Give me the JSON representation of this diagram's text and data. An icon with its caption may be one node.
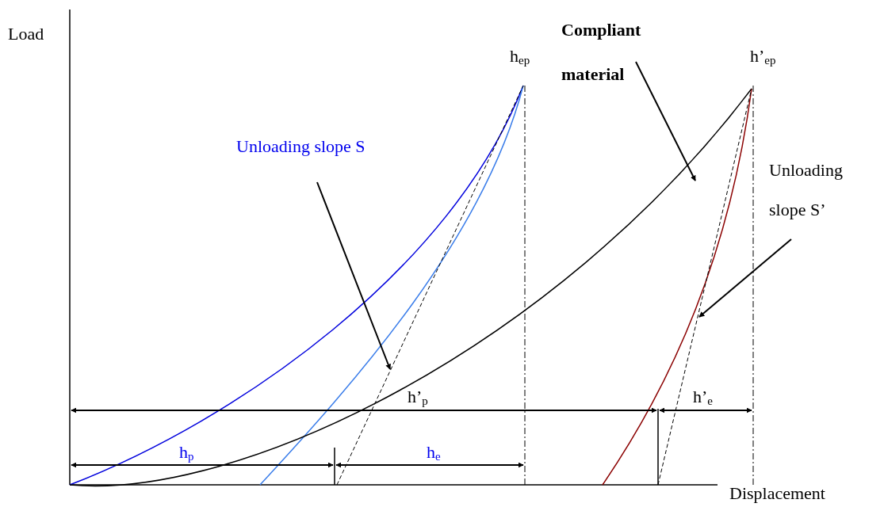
{
  "diagram": {
    "nodes": [
      {
        "text": [
          "Unloading slope S"
        ]
      },
      {
        "text": [
          "Compliant material"
        ]
      },
      {
        "text": [
          "Unloading slope S’"
        ]
      }
    ],
    "edges": [
      {
        "from": 0,
        "to": null,
        "arrow": "to"
      },
      {
        "from": 1,
        "to": null,
        "arrow": "to"
      },
      {
        "from": 2,
        "to": null,
        "arrow": "to"
      }
    ],
    "labels": [
      "Load",
      "h$_{ep}$",
      "h’$_{ep}$",
      "h’$_{p}$",
      "h’$_{e}$",
      "h$_{p}$",
      "h$_{e}$",
      "Displacement"
    ]
  }
}
